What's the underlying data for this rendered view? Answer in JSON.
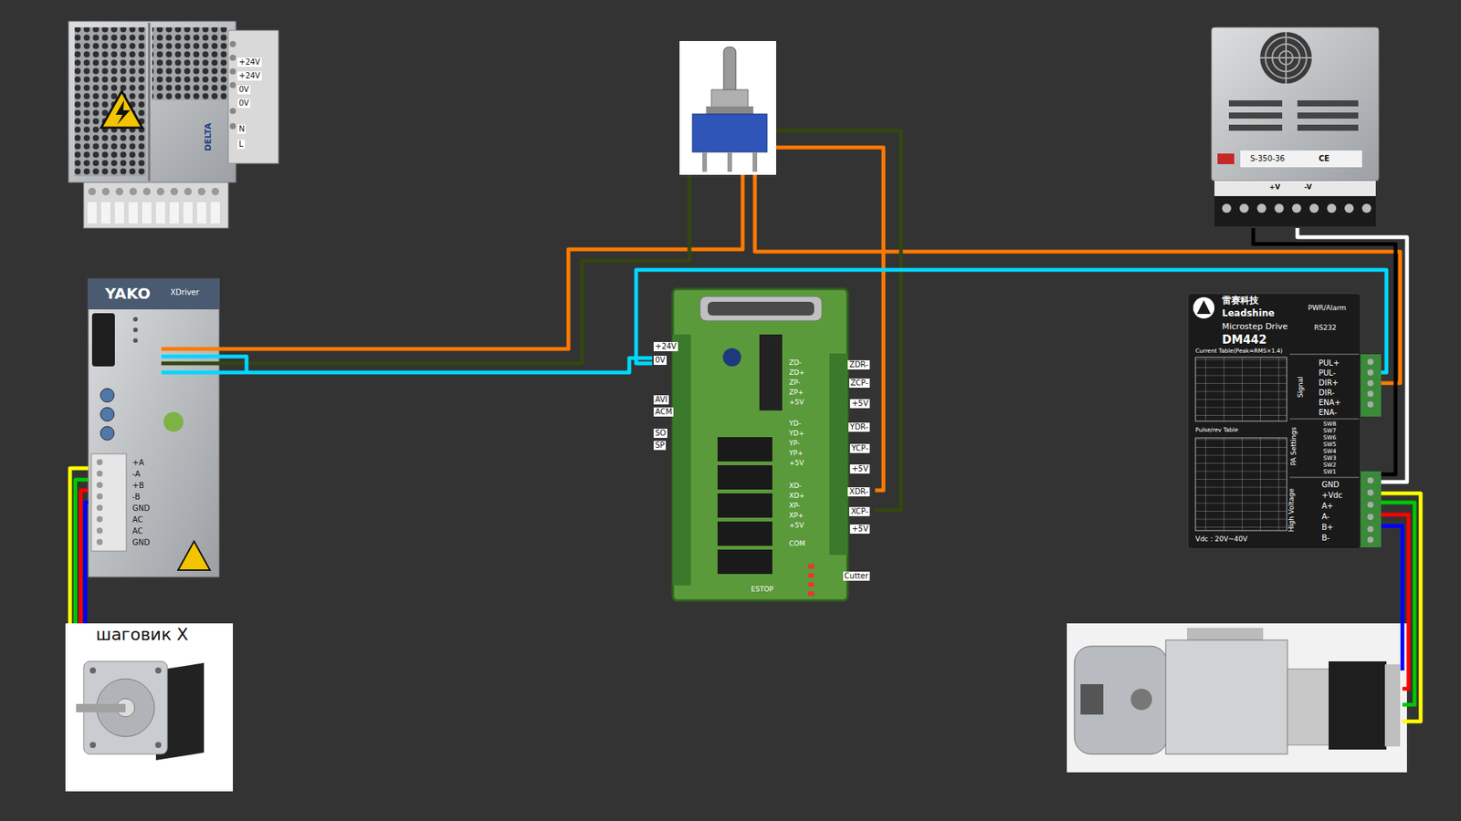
{
  "diagram": {
    "nodes": [
      {
        "text": [
          "DELTA",
          "+24V",
          "+24V",
          "0V",
          "0V",
          "N",
          "L"
        ]
      },
      {
        "text": [
          "S-350-36",
          "CE",
          "+V",
          "-V"
        ]
      },
      {
        "text": [
          "YAKO",
          "XDriver",
          "+A",
          "-A",
          "+B",
          "-B",
          "GND",
          "AC",
          "AC",
          "GND"
        ]
      },
      {
        "text": [
          "+24V",
          "0V",
          "AVI",
          "ACM",
          "SO",
          "SP",
          "ZDR-",
          "ZCP-",
          "+5V",
          "YDR-",
          "YCP-",
          "+5V",
          "XDR-",
          "XCP-",
          "+5V",
          "ZD-",
          "ZD+",
          "ZP-",
          "ZP+",
          "+5V",
          "YD-",
          "YD+",
          "YP-",
          "YP+",
          "+5V",
          "XD-",
          "XD+",
          "XP-",
          "XP+",
          "+5V",
          "COM",
          "ESTOP",
          "Cutter"
        ]
      },
      {
        "text": [
          "雷赛科技",
          "Leadshine",
          "Microstep Drive",
          "DM442",
          "PWR/Alarm",
          "RS232",
          "Current Table(Peak=RMS×1.4)",
          "Pulse/rev Table",
          "Vdc : 20V~40V",
          "Signal",
          "PUL+",
          "PUL-",
          "DIR+",
          "DIR-",
          "ENA+",
          "ENA-",
          "PA Settings",
          "SW8",
          "SW7",
          "SW6",
          "SW5",
          "SW4",
          "SW3",
          "SW2",
          "SW1",
          "High Voltage",
          "GND",
          "+Vdc",
          "A+",
          "A-",
          "B+",
          "B-"
        ]
      },
      {
        "text": [
          "шаговик X"
        ]
      }
    ],
    "edges": [
      {
        "from": 2,
        "to": 3,
        "arrow": "none"
      },
      {
        "from": 3,
        "to": 4,
        "arrow": "none"
      },
      {
        "from": 1,
        "to": 4,
        "arrow": "none"
      },
      {
        "from": 1,
        "to": 4,
        "arrow": "none"
      },
      {
        "from": 2,
        "to": 5,
        "arrow": "none"
      },
      {
        "from": 2,
        "to": 5,
        "arrow": "none"
      },
      {
        "from": 2,
        "to": 5,
        "arrow": "none"
      },
      {
        "from": 2,
        "to": 5,
        "arrow": "none"
      }
    ]
  }
}
